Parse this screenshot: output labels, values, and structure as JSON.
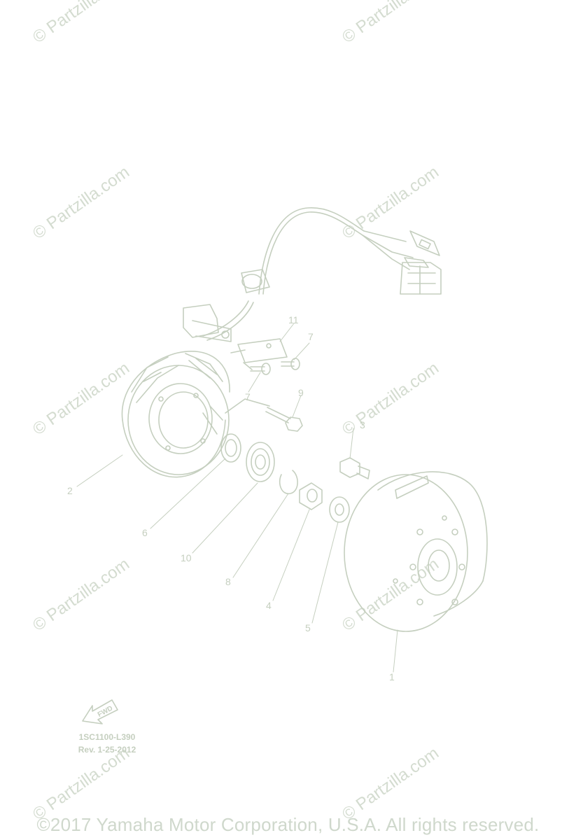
{
  "watermark": "© Partzilla.com",
  "callouts": {
    "c1": "1",
    "c2": "2",
    "c3": "3",
    "c4": "4",
    "c5": "5",
    "c6": "6",
    "c7a": "7",
    "c7b": "7",
    "c8": "8",
    "c9": "9",
    "c10": "10",
    "c11": "11"
  },
  "fwd_label": "FWD",
  "ref_code": "1SC1100-L390",
  "revision": "Rev.  1-25-2012",
  "copyright": "©2017 Yamaha Motor Corporation, U.S.A. All rights reserved.",
  "colors": {
    "line": "#c5cfbf",
    "watermark": "#d4dcd0"
  }
}
